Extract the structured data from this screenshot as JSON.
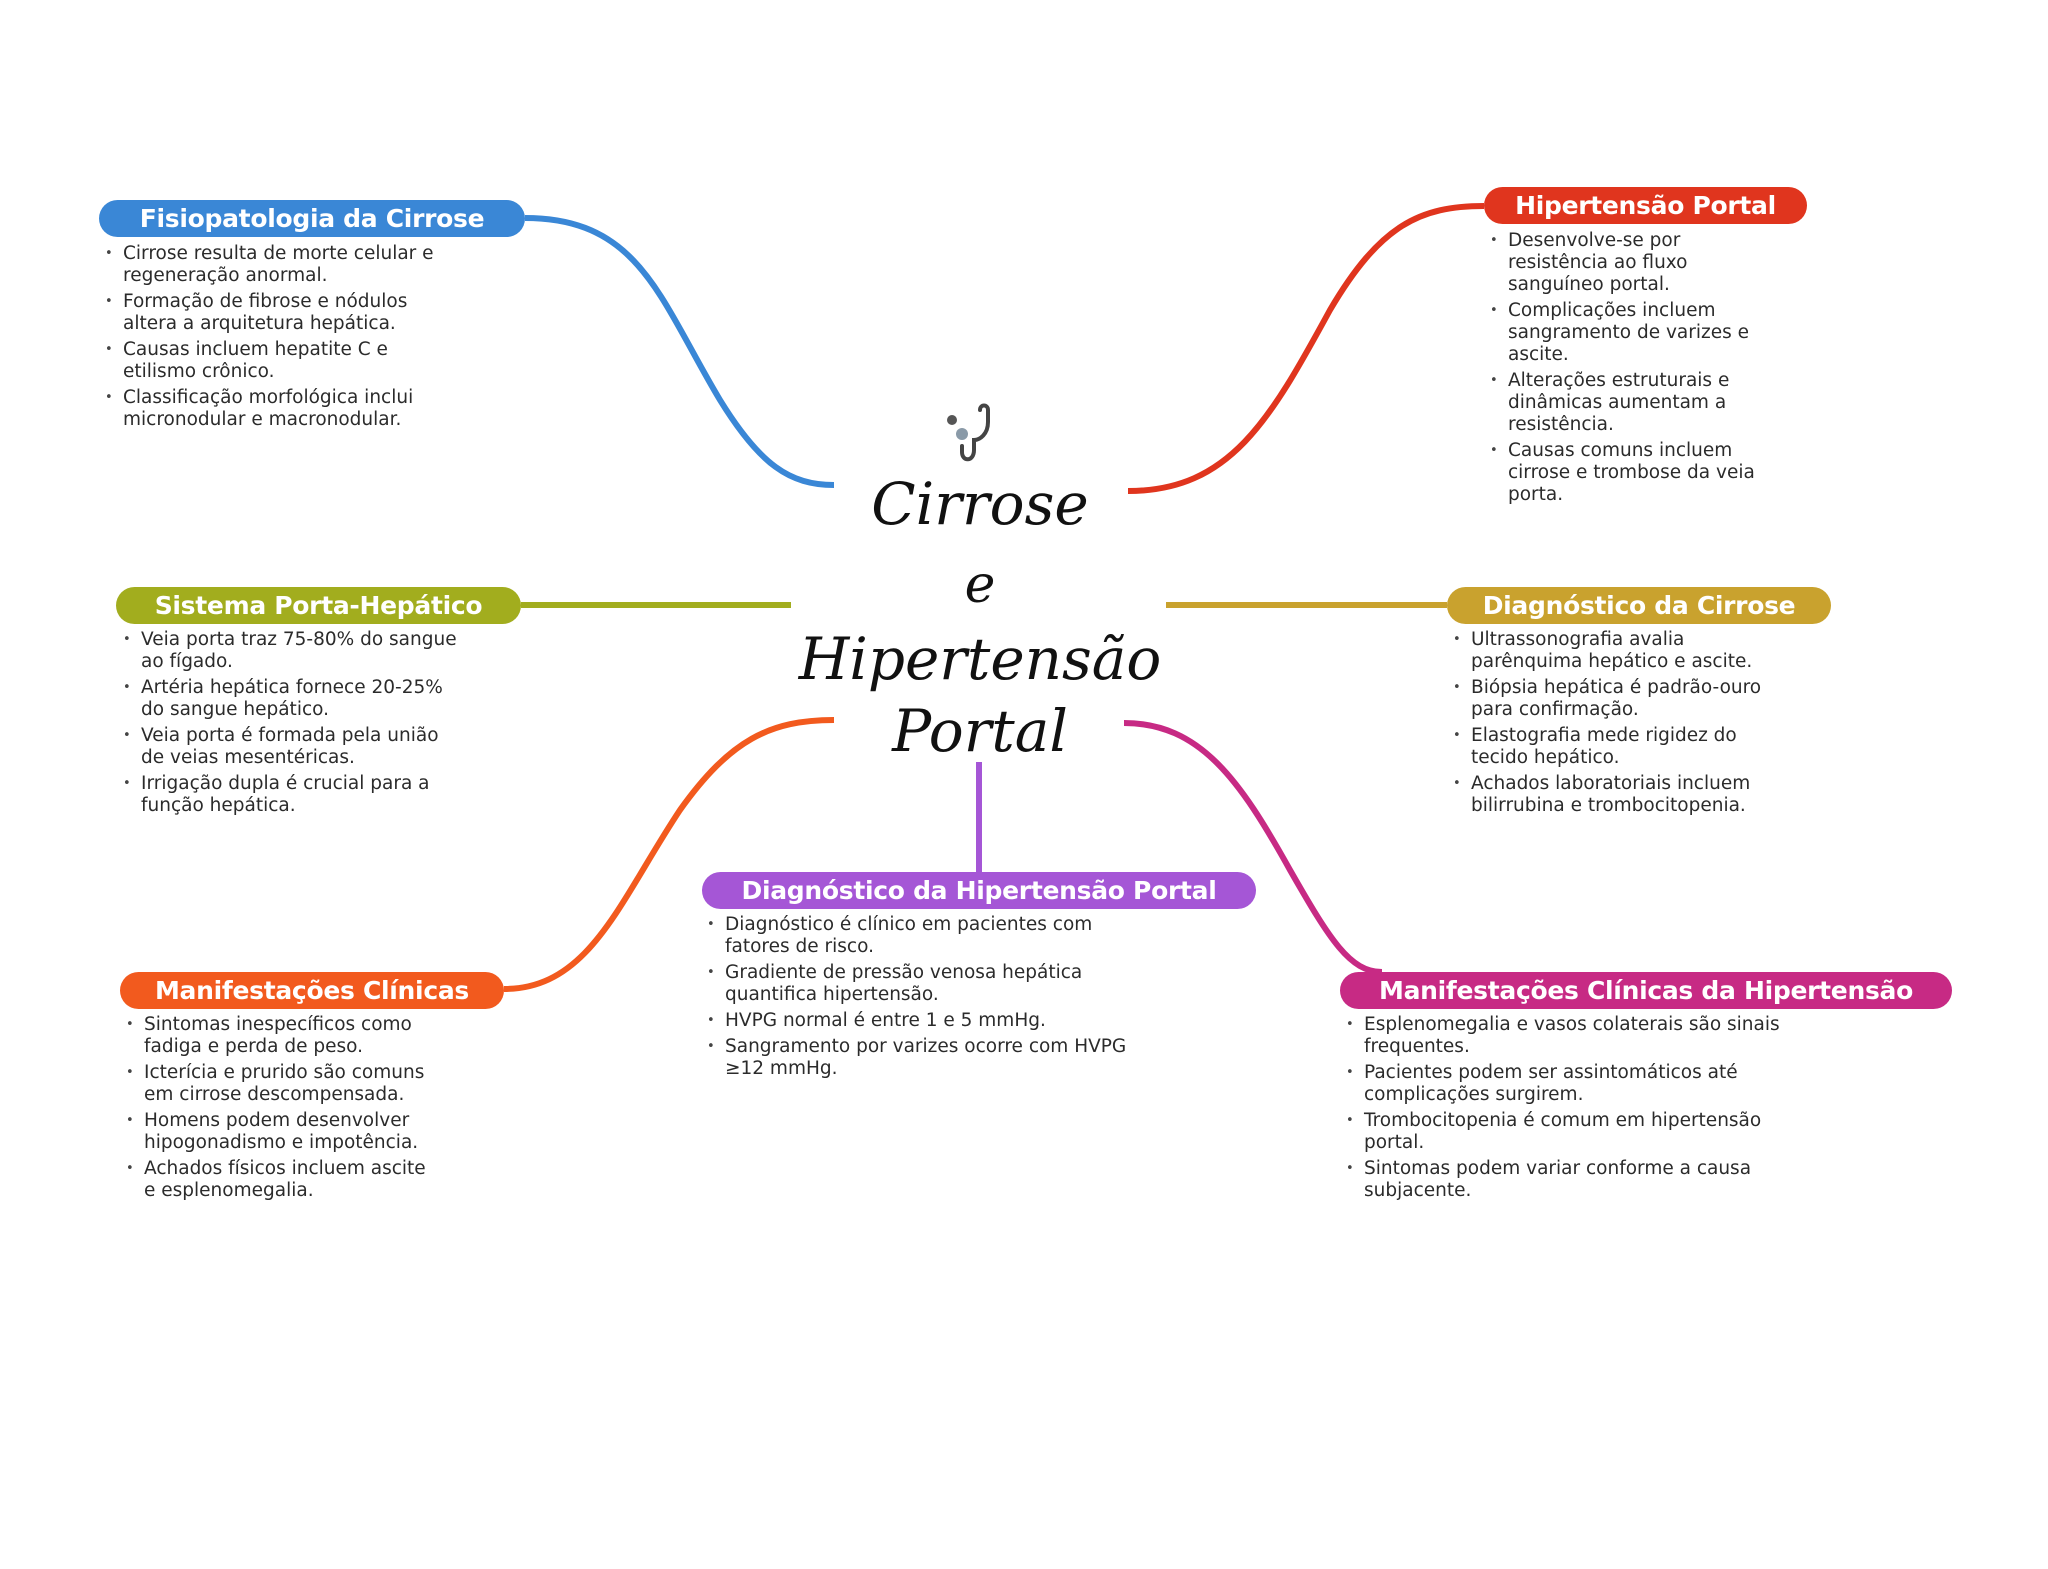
{
  "central": {
    "title_lines": [
      "Cirrose",
      "e",
      "Hipertensão",
      "Portal"
    ],
    "icon": "stethoscope-icon"
  },
  "colors": {
    "blue": "#3a87d6",
    "red": "#e0351e",
    "olive": "#a2ad1e",
    "gold": "#c9a22e",
    "orange": "#f25a1e",
    "purple": "#a556d6",
    "magenta": "#c72a84"
  },
  "branches": [
    {
      "title": "Fisiopatologia da Cirrose",
      "items": [
        "Cirrose resulta de morte celular e\nregeneração anormal.",
        "Formação de fibrose e nódulos\naltera a arquitetura hepática.",
        "Causas incluem hepatite C e\netilismo crônico.",
        "Classificação morfológica inclui\nmicronodular e macronodular."
      ]
    },
    {
      "title": "Hipertensão Portal",
      "items": [
        "Desenvolve-se por\nresistência ao fluxo\nsanguíneo portal.",
        "Complicações incluem\nsangramento de varizes e\nascite.",
        "Alterações estruturais e\ndinâmicas aumentam a\nresistência.",
        "Causas comuns incluem\ncirrose e trombose da veia\nporta."
      ]
    },
    {
      "title": "Sistema Porta-Hepático",
      "items": [
        "Veia porta traz 75-80% do sangue\nao fígado.",
        "Artéria hepática fornece 20-25%\ndo sangue hepático.",
        "Veia porta é formada pela união\nde veias mesentéricas.",
        "Irrigação dupla é crucial para a\nfunção hepática."
      ]
    },
    {
      "title": "Diagnóstico da Cirrose",
      "items": [
        "Ultrassonografia avalia\nparênquima hepático e ascite.",
        "Biópsia hepática é padrão-ouro\npara confirmação.",
        "Elastografia mede rigidez do\ntecido hepático.",
        "Achados laboratoriais incluem\nbilirrubina e trombocitopenia."
      ]
    },
    {
      "title": "Manifestações Clínicas",
      "items": [
        "Sintomas inespecíficos como\nfadiga e perda de peso.",
        "Icterícia e prurido são comuns\nem cirrose descompensada.",
        "Homens podem desenvolver\nhipogonadismo e impotência.",
        "Achados físicos incluem ascite\ne esplenomegalia."
      ]
    },
    {
      "title": "Diagnóstico da Hipertensão Portal",
      "items": [
        "Diagnóstico é clínico em pacientes com\nfatores de risco.",
        "Gradiente de pressão venosa hepática\nquantifica hipertensão.",
        "HVPG normal é entre 1 e 5 mmHg.",
        "Sangramento por varizes ocorre com HVPG\n≥12 mmHg."
      ]
    },
    {
      "title": "Manifestações Clínicas da Hipertensão",
      "items": [
        "Esplenomegalia e vasos colaterais são sinais\nfrequentes.",
        "Pacientes podem ser assintomáticos até\ncomplicações surgirem.",
        "Trombocitopenia é comum em hipertensão\nportal.",
        "Sintomas podem variar conforme a causa\nsubjacente."
      ]
    }
  ]
}
